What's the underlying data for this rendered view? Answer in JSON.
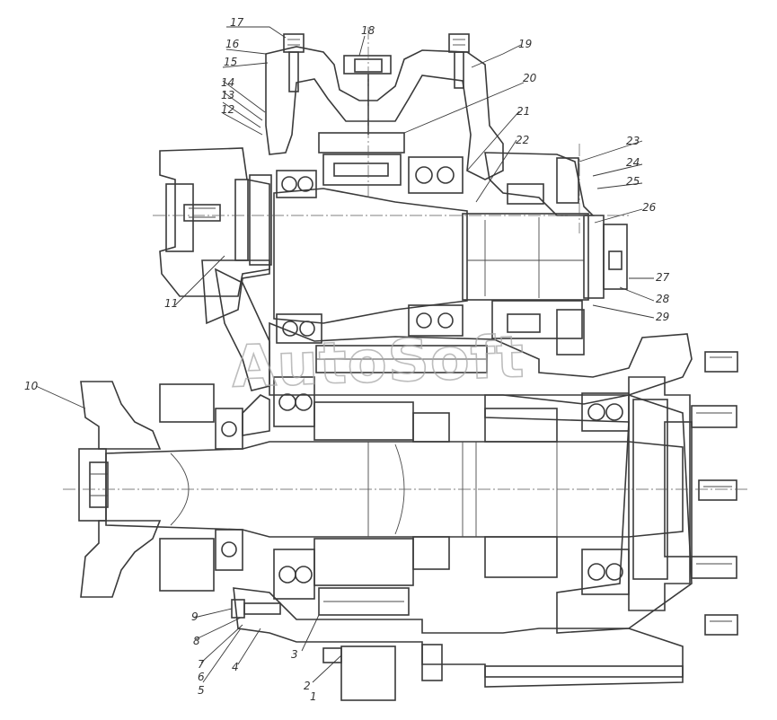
{
  "watermark": "AutoSoft",
  "callouts": {
    "c1": "1",
    "c2": "2",
    "c3": "3",
    "c4": "4",
    "c5": "5",
    "c6": "6",
    "c7": "7",
    "c8": "8",
    "c9": "9",
    "c10": "10",
    "c11": "11",
    "c12": "12",
    "c13": "13",
    "c14": "14",
    "c15": "15",
    "c16": "16",
    "c17": "17",
    "c18": "18",
    "c19": "19",
    "c20": "20",
    "c21": "21",
    "c22": "22",
    "c23": "23",
    "c24": "24",
    "c25": "25",
    "c26": "26",
    "c27": "27",
    "c28": "28",
    "c29": "29"
  }
}
